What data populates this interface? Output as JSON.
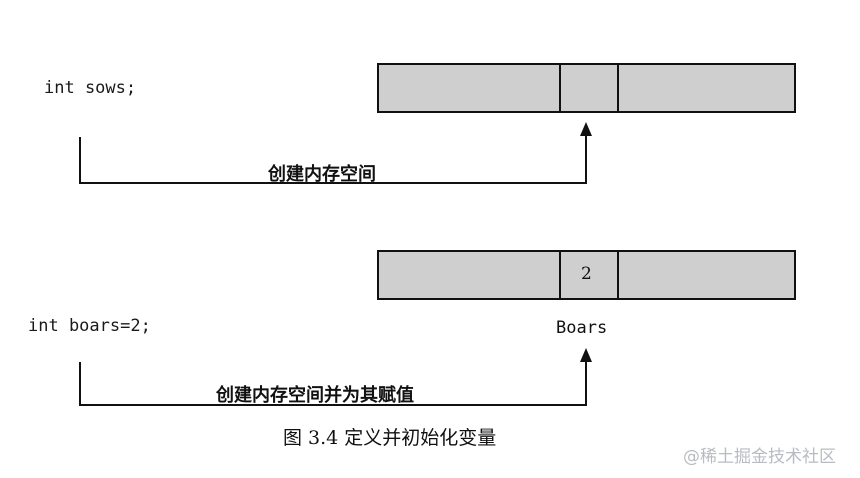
{
  "diagram": {
    "declaration_1": "int sows;",
    "caption_1": "创建内存空间",
    "declaration_2": "int boars=2;",
    "cell_value": "2",
    "variable_label": "Boars",
    "caption_2": "创建内存空间并为其赋值",
    "figure_title": "图 3.4    定义并初始化变量"
  },
  "watermark": "@稀土掘金技术社区"
}
